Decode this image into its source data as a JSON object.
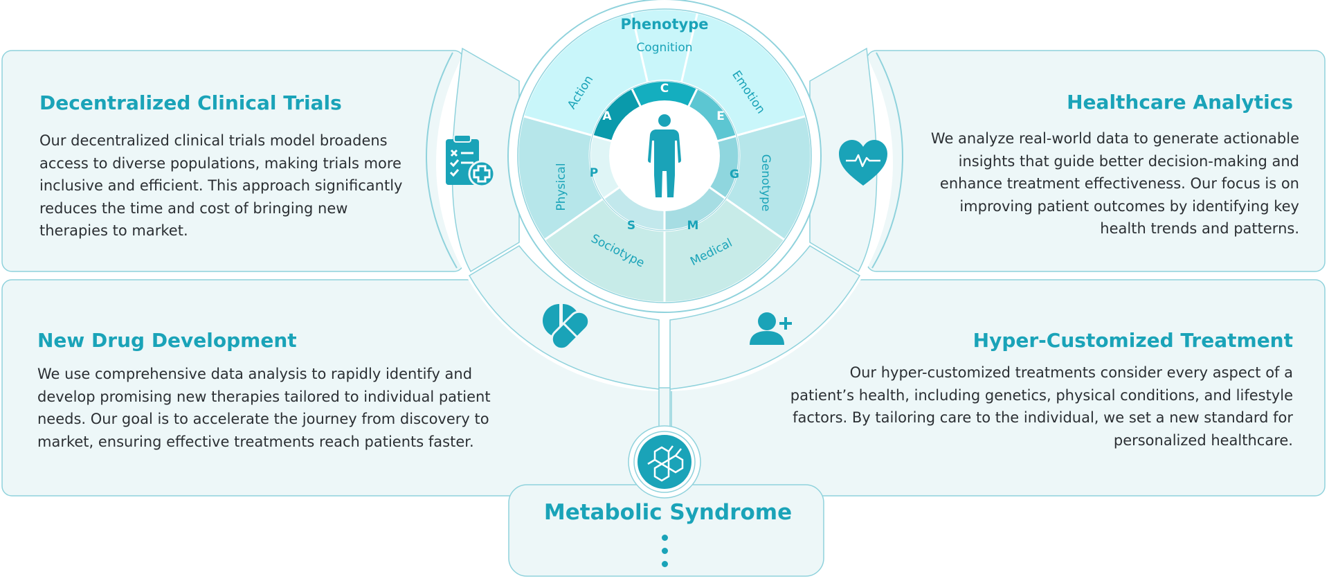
{
  "cards": {
    "decentralized": {
      "title": "Decentralized Clinical Trials",
      "lines": [
        "Our decentralized clinical trials model broadens",
        "access to diverse populations, making trials more",
        "inclusive and efficient. This approach significantly",
        "reduces the time and cost of bringing new",
        "therapies to market."
      ]
    },
    "analytics": {
      "title": "Healthcare Analytics",
      "lines": [
        "We analyze real-world data to generate actionable",
        "insights that guide better decision-making and",
        "enhance treatment effectiveness. Our focus is on",
        "improving patient outcomes by identifying key",
        "health trends and patterns."
      ]
    },
    "drug": {
      "title": "New Drug Development",
      "lines": [
        "We use comprehensive data analysis to rapidly identify and",
        "develop promising new therapies tailored to individual patient",
        "needs. Our goal is to accelerate the journey from discovery to",
        "market, ensuring effective treatments reach patients faster."
      ]
    },
    "custom": {
      "title": "Hyper-Customized Treatment",
      "lines": [
        "Our hyper-customized treatments consider every aspect of a",
        "patient’s health, including genetics, physical conditions, and lifestyle",
        "factors. By tailoring care to the individual, we set a new standard for",
        "personalized healthcare."
      ]
    }
  },
  "wheel": {
    "top_label": "Phenotype",
    "segments": {
      "cognition": "Cognition",
      "action": "Action",
      "emotion": "Emotion",
      "physical": "Physical",
      "genotype": "Genotype",
      "sociotype": "Sociotype",
      "medical": "Medical"
    },
    "letters": {
      "c": "C",
      "a": "A",
      "e": "E",
      "p": "P",
      "g": "G",
      "s": "S",
      "m": "M"
    }
  },
  "bottom": {
    "title": "Metabolic Syndrome"
  },
  "icons": {
    "clipboard": "clipboard-medical-icon",
    "heart": "heart-pulse-icon",
    "pills": "pills-icon",
    "user_add": "user-add-icon",
    "human": "human-body-icon",
    "molecule": "molecule-icon"
  },
  "colors": {
    "accent": "#1aa3b8",
    "panel_bg": "#edf7f8",
    "panel_border": "#8fd2dc",
    "top_zone": "#c9f6fa",
    "mid_zone": "#b6e6ea",
    "bottom_zone": "#c7ebe8",
    "dark_teal": "#0a9aab"
  }
}
